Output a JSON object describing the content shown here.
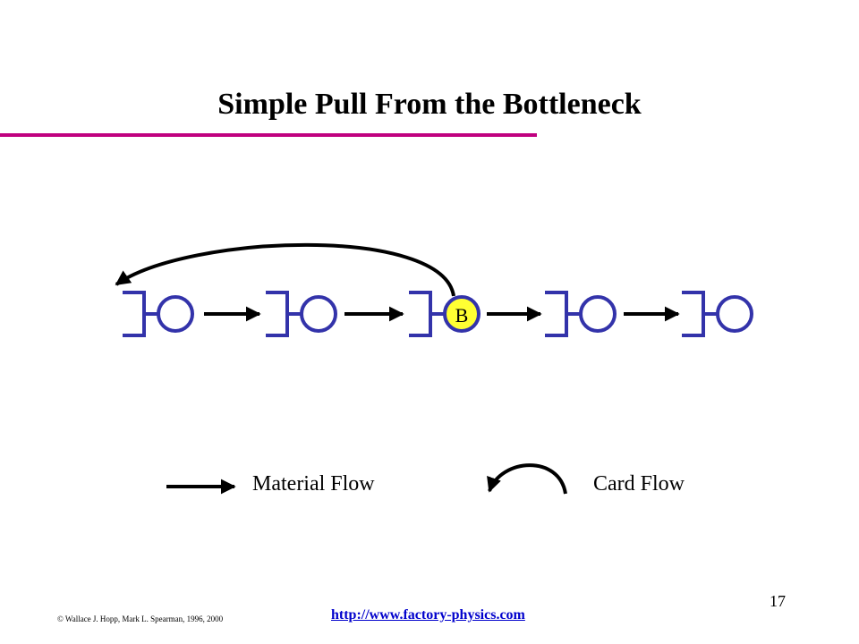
{
  "slide": {
    "title": "Simple Pull From the Bottleneck",
    "page_number": "17",
    "copyright": "© Wallace J. Hopp, Mark L. Spearman, 1996, 2000",
    "url": "http://www.factory-physics.com"
  },
  "diagram": {
    "stations": [
      {
        "label": ""
      },
      {
        "label": ""
      },
      {
        "label": "B",
        "bottleneck": true
      },
      {
        "label": ""
      },
      {
        "label": ""
      }
    ],
    "colors": {
      "station_stroke": "#3333aa",
      "bottleneck_fill": "#ffff33",
      "accent_rule": "#c0007f"
    }
  },
  "legend": {
    "material_flow": "Material Flow",
    "card_flow": "Card Flow"
  }
}
